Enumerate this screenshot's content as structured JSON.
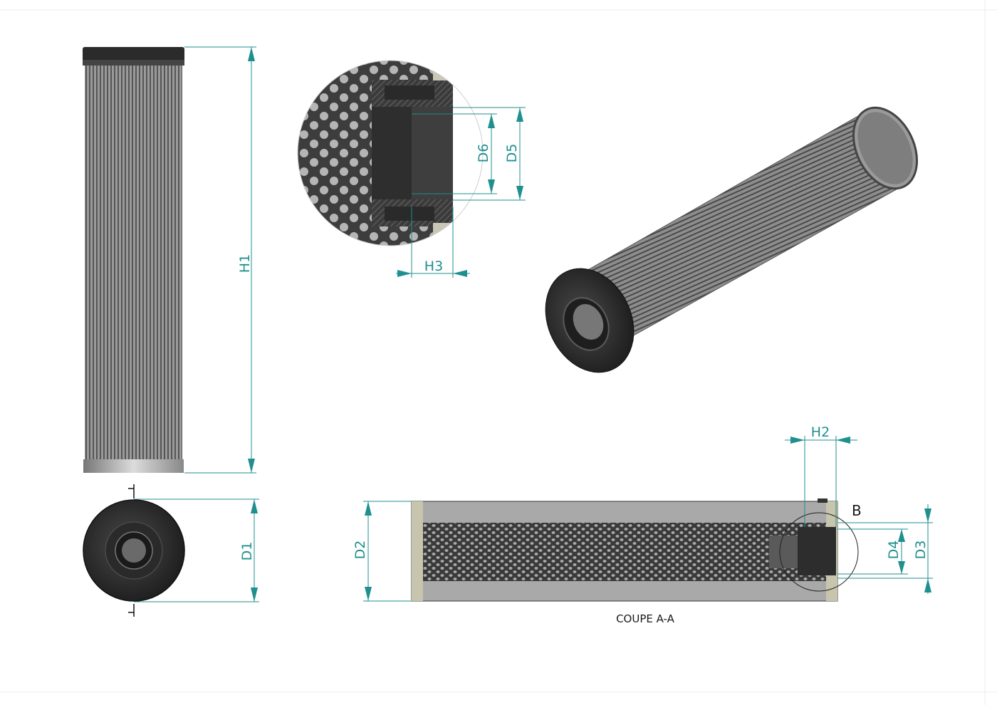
{
  "dimensions": {
    "h1": "H1",
    "h2": "H2",
    "h3": "H3",
    "d1": "D1",
    "d2": "D2",
    "d3": "D3",
    "d4": "D4",
    "d5": "D5",
    "d6": "D6"
  },
  "labels": {
    "detail": "B",
    "section": "COUPE A-A"
  },
  "colors": {
    "dimension": "#1f8f8f",
    "part_dark": "#2e2e2e",
    "pleats": "#8a8a8a",
    "background": "#ffffff"
  }
}
